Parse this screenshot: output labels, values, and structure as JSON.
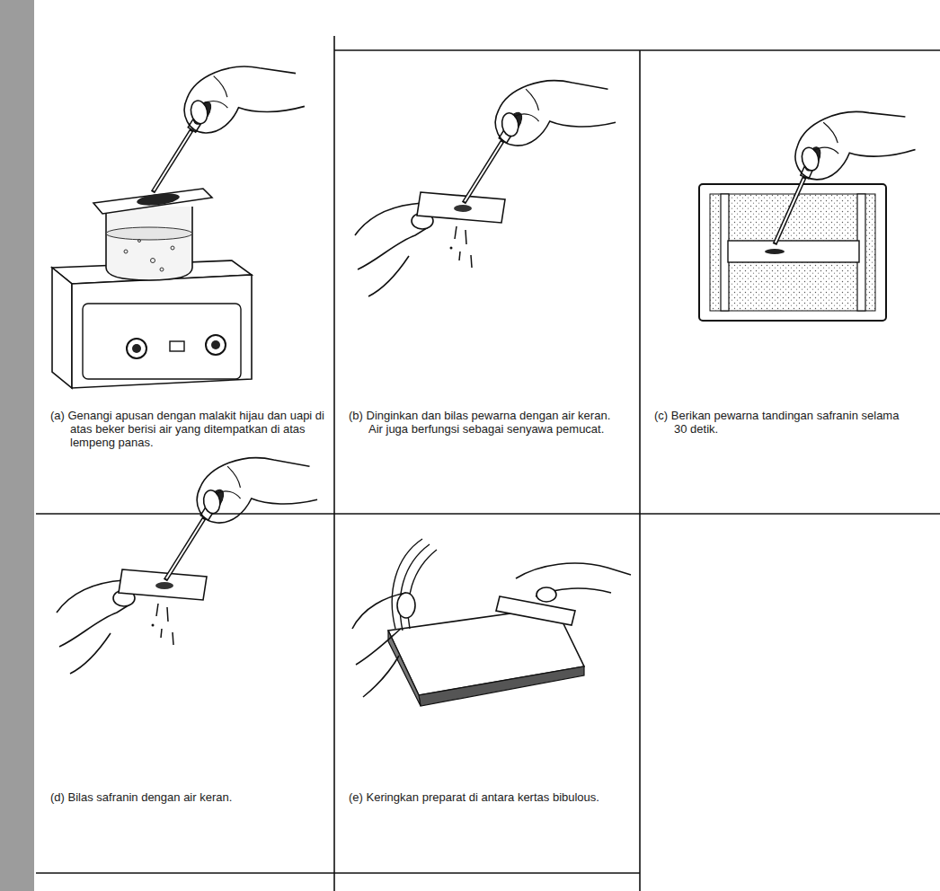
{
  "diagram": {
    "nodes": [
      {
        "text": [
          "(a) Genangi apusan dengan malakit hijau dan uapi di atas beker berisi air yang ditempatkan di atas lempeng panas."
        ]
      },
      {
        "text": [
          "(b) Dinginkan dan bilas pewarna dengan air keran. Air juga berfungsi sebagai senyawa pemucat."
        ]
      },
      {
        "text": [
          "(c) Berikan pewarna tandingan safranin selama 30 detik."
        ]
      },
      {
        "text": [
          "(d) Bilas safranin dengan air keran."
        ]
      },
      {
        "text": [
          "(e) Keringkan preparat di antara kertas bibulous."
        ]
      }
    ]
  }
}
